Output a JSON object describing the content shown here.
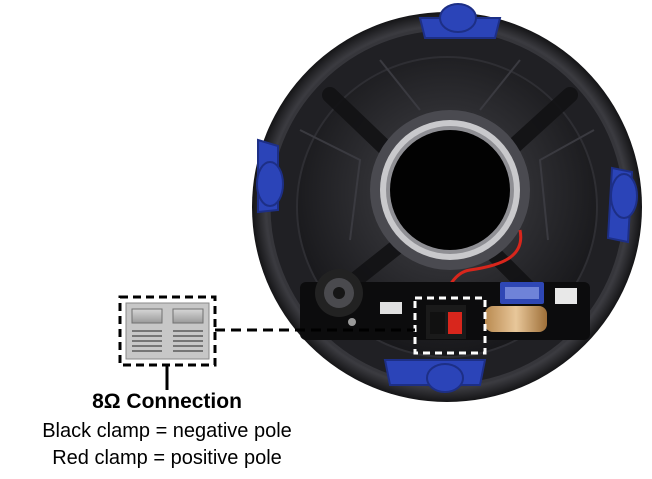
{
  "caption": {
    "title": "8Ω  Connection",
    "line1": "Black clamp = negative pole",
    "line2": "Red clamp = positive pole"
  },
  "colors": {
    "background": "#ffffff",
    "speaker_body": "#1c1c1e",
    "mount_clips": "#2b44b8",
    "terminal_positive": "#d8261c",
    "terminal_negative": "#111111",
    "callout_lines": "#000000"
  }
}
